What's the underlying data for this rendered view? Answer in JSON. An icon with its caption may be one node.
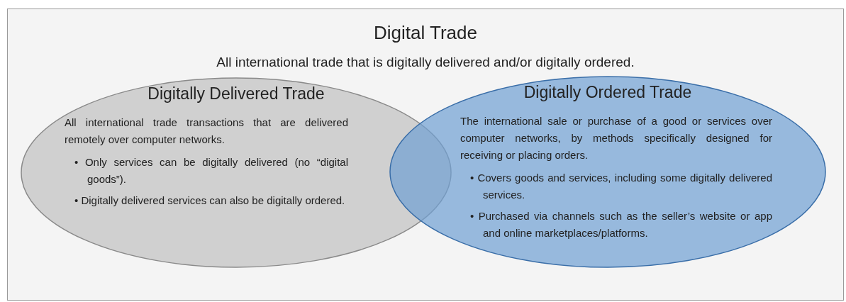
{
  "diagram": {
    "nodes": [
      {
        "text": [
          "Digital Trade",
          "All international trade that is digitally delivered and/or digitally ordered."
        ]
      },
      {
        "text": [
          "Digitally Delivered Trade",
          "All international trade transactions that are delivered remotely over computer networks.",
          "• Only services can be digitally delivered (no “digital goods”).",
          "• Digitally delivered services can also be digitally ordered."
        ],
        "in": 0
      },
      {
        "text": [
          "Digitally Ordered Trade",
          "The international sale or purchase of a good or services over computer networks, by methods specifically designed for receiving or placing orders.",
          "• Covers goods and services, including some digitally delivered services.",
          "• Purchased via channels such as the seller’s website or app and online marketplaces/platforms."
        ],
        "in": 0
      }
    ],
    "edges": []
  }
}
